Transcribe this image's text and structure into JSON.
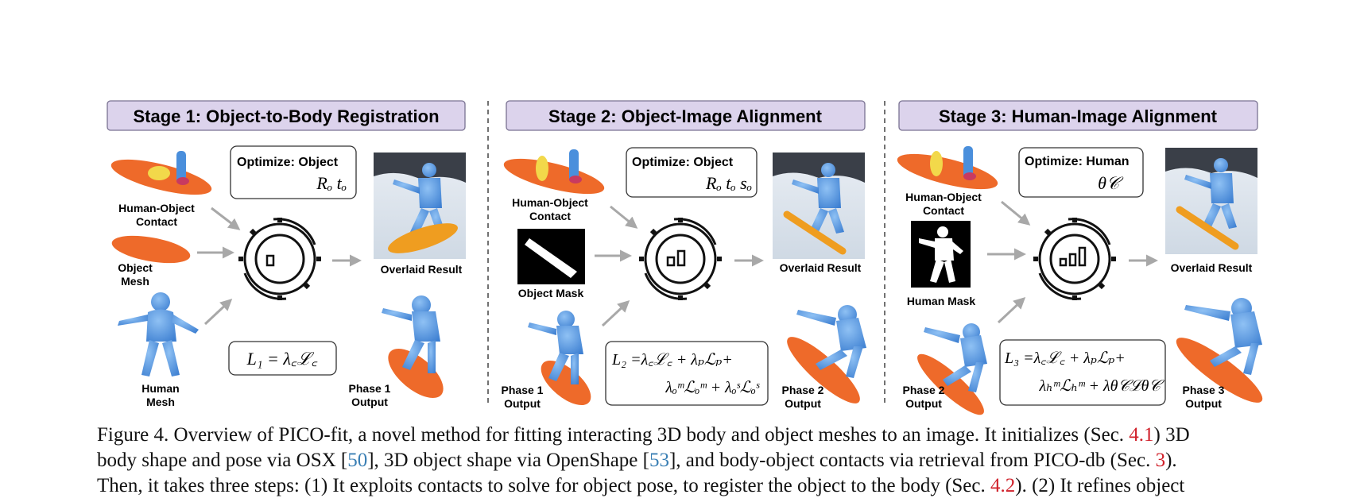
{
  "stages": [
    {
      "title": "Stage 1: Object-to-Body Registration",
      "inputs": [
        "Human-Object",
        "Contact",
        "Object",
        "Mesh",
        "Human",
        "Mesh"
      ],
      "optimize_label": "Optimize:  Object",
      "optimize_params": "Rₒ tₒ",
      "loss": "L₁ = λ꜀ℒ꜀",
      "result_label": "Overlaid Result",
      "output_label": [
        "Phase 1",
        "Output"
      ]
    },
    {
      "title": "Stage 2: Object-Image Alignment",
      "inputs": [
        "Human-Object",
        "Contact",
        "Object Mask",
        "Phase 1",
        "Output"
      ],
      "optimize_label": "Optimize:  Object",
      "optimize_params": "Rₒ tₒ sₒ",
      "loss_line1": "L₂ =λ꜀ℒ꜀ + λₚℒₚ+",
      "loss_line2": "λₒᵐℒₒᵐ + λₒˢℒₒˢ",
      "result_label": "Overlaid Result",
      "output_label": [
        "Phase 2",
        "Output"
      ]
    },
    {
      "title": "Stage 3: Human-Image Alignment",
      "inputs": [
        "Human-Object",
        "Contact",
        "Human Mask",
        "Phase 2",
        "Output"
      ],
      "optimize_label": "Optimize:  Human",
      "optimize_params": "θ𝒞",
      "loss_line1": "L₃ =λ꜀ℒ꜀ + λₚℒₚ+",
      "loss_line2": "λₕᵐℒₕᵐ + λθ𝒞ℒθ𝒞",
      "result_label": "Overlaid Result",
      "output_label": [
        "Phase 3",
        "Output"
      ]
    }
  ],
  "caption": {
    "l1_a": "Figure 4. Overview of PICO-fit, a novel method for fitting interacting 3D body and object meshes to an image. It initializes (Sec. ",
    "l1_ref": "4.1",
    "l1_b": ") 3D",
    "l2_a": "body shape and pose via OSX [",
    "l2_ref1": "50",
    "l2_b": "], 3D object shape via OpenShape [",
    "l2_ref2": "53",
    "l2_c": "], and body-object contacts via retrieval from PICO-db (Sec. ",
    "l2_ref3": "3",
    "l2_d": ").",
    "l3_a": "Then, it takes three steps: (1) It exploits contacts to solve for object pose, to register the object to the body (Sec. ",
    "l3_ref": "4.2",
    "l3_b": "). (2) It refines object"
  },
  "colors": {
    "banner_fill": "#dcd3ec",
    "board_orange": "#ee6a2a",
    "body_blue": "#4a8fdc",
    "arrow_gray": "#a8a8a8"
  }
}
